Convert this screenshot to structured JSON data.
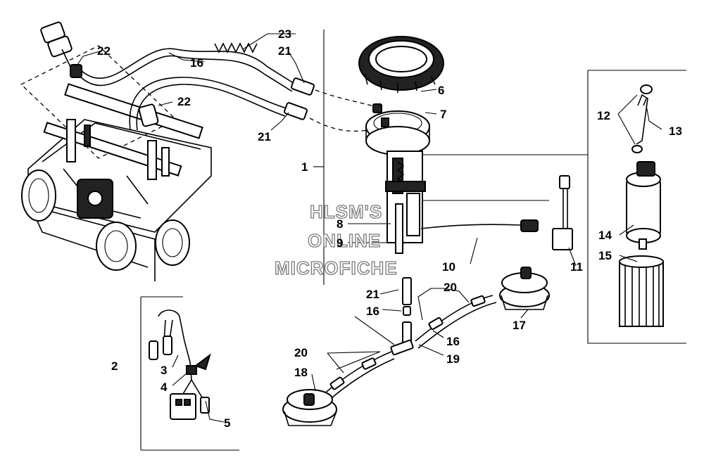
{
  "callouts": {
    "c1": "1",
    "c2": "2",
    "c3": "3",
    "c4": "4",
    "c5": "5",
    "c6": "6",
    "c7": "7",
    "c8": "8",
    "c9": "9",
    "c10": "10",
    "c11": "11",
    "c12": "12",
    "c13": "13",
    "c14": "14",
    "c15": "15",
    "c16a": "16",
    "c16b": "16",
    "c16c": "16",
    "c17": "17",
    "c18": "18",
    "c19": "19",
    "c20a": "20",
    "c20b": "20",
    "c21a": "21",
    "c21b": "21",
    "c21c": "21",
    "c22a": "22",
    "c22b": "22",
    "c23": "23"
  },
  "watermark": {
    "line1": "HLSM'S",
    "line2": "ONLINE",
    "line3": "MICROFICHE"
  }
}
